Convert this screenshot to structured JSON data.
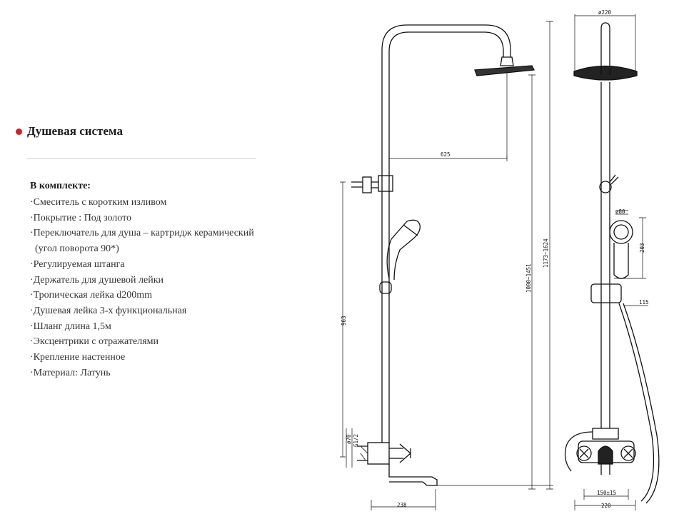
{
  "product": {
    "title": "Душевая система",
    "spec_heading": "В комплекте:",
    "spec_items": [
      "·Смеситель с коротким изливом",
      "·Покрытие : Под золото",
      "·Переключатель для душа –  картридж керамический",
      "  (угол поворота 90*)",
      "·Регулируемая штанга",
      "·Держатель для душевой лейки",
      "·Тропическая лейка  d200mm",
      "·Душевая лейка  3-х функциональная",
      "·Шланг длина 1,5м",
      "·Эксцентрики с отражателями",
      "·Крепление настенное",
      "·Материал: Латунь"
    ]
  },
  "dimensions": {
    "head_reach": "625",
    "height_to_head": "1000~1451",
    "total_height": "1173~1624",
    "mount_height": "963",
    "pipe_diameter": "ø70",
    "thread": "G1/2",
    "spout_length": "238",
    "head_diameter": "ø220",
    "hand_shower_diameter": "ø80",
    "hand_shower_length": "203",
    "holder_offset": "115",
    "eccentric_spacing": "150±15",
    "base_width": "220"
  },
  "colors": {
    "accent": "#c8232c",
    "line": "#111111"
  }
}
